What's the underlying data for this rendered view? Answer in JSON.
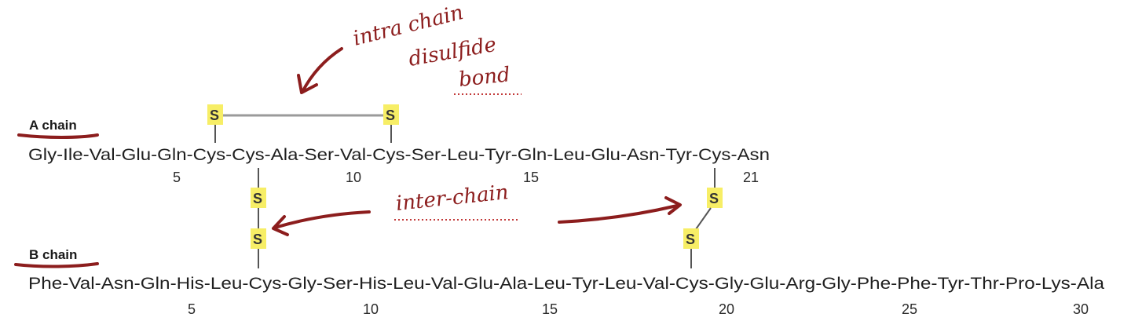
{
  "chains": {
    "a_label": "A chain",
    "a_sequence": "Gly-Ile-Val-Glu-Gln-Cys-Cys-Ala-Ser-Val-Cys-Ser-Leu-Tyr-Gln-Leu-Glu-Asn-Tyr-Cys-Asn",
    "a_numbers": [
      "5",
      "10",
      "15",
      "21"
    ],
    "b_label": "B chain",
    "b_sequence": "Phe-Val-Asn-Gln-His-Leu-Cys-Gly-Ser-His-Leu-Val-Glu-Ala-Leu-Tyr-Leu-Val-Cys-Gly-Glu-Arg-Gly-Phe-Phe-Tyr-Thr-Pro-Lys-Ala",
    "b_numbers": [
      "5",
      "10",
      "15",
      "20",
      "25",
      "30"
    ]
  },
  "sulfur_label": "S",
  "annotations": {
    "intra_line1": "intra chain",
    "intra_line2": "disulfide",
    "intra_line3": "bond",
    "inter": "inter-chain"
  },
  "colors": {
    "sulfur_highlight": "#f7ee66",
    "ink": "#8c1d1d"
  }
}
